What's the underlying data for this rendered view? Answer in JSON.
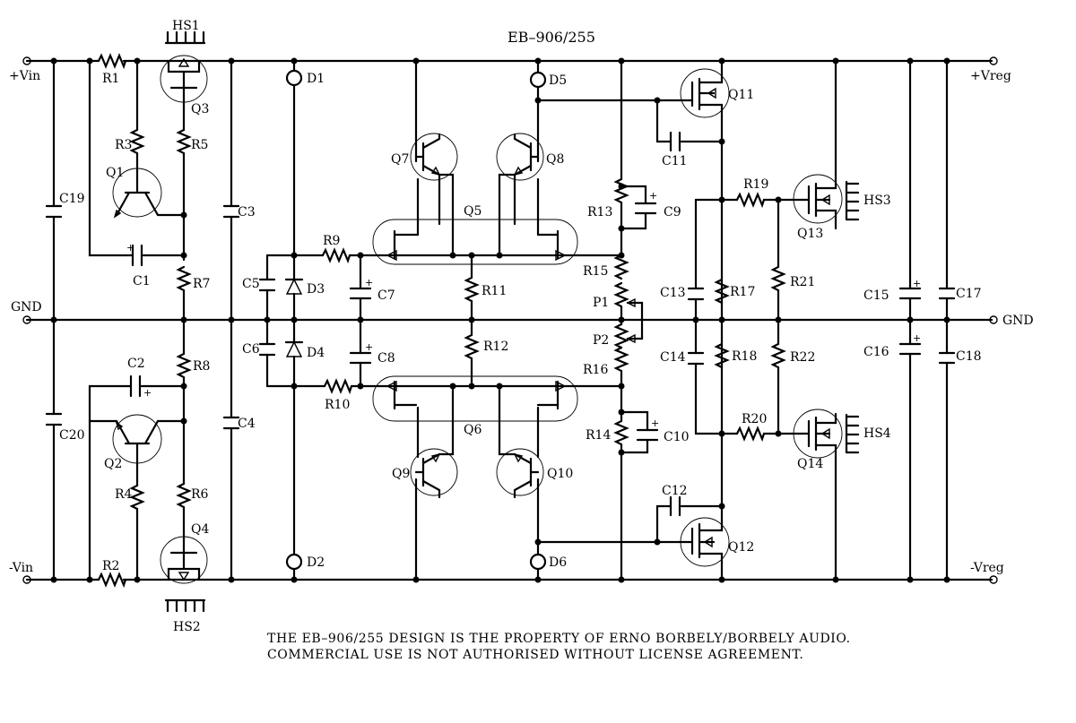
{
  "title": "EB–906/255",
  "rails": {
    "vin_pos": "+Vin",
    "vin_neg": "-Vin",
    "gnd_left": "GND",
    "gnd_right": "GND",
    "vreg_pos": "+Vreg",
    "vreg_neg": "-Vreg"
  },
  "heatsinks": {
    "hs1": "HS1",
    "hs2": "HS2",
    "hs3": "HS3",
    "hs4": "HS4"
  },
  "transistors": {
    "q1": "Q1",
    "q2": "Q2",
    "q3": "Q3",
    "q4": "Q4",
    "q5": "Q5",
    "q6": "Q6",
    "q7": "Q7",
    "q8": "Q8",
    "q9": "Q9",
    "q10": "Q10",
    "q11": "Q11",
    "q12": "Q12",
    "q13": "Q13",
    "q14": "Q14"
  },
  "resistors": {
    "r1": "R1",
    "r2": "R2",
    "r3": "R3",
    "r4": "R4",
    "r5": "R5",
    "r6": "R6",
    "r7": "R7",
    "r8": "R8",
    "r9": "R9",
    "r10": "R10",
    "r11": "R11",
    "r12": "R12",
    "r13": "R13",
    "r14": "R14",
    "r15": "R15",
    "r16": "R16",
    "r17": "R17",
    "r18": "R18",
    "r19": "R19",
    "r20": "R20",
    "r21": "R21",
    "r22": "R22"
  },
  "potentiometers": {
    "p1": "P1",
    "p2": "P2"
  },
  "capacitors": {
    "c1": "C1",
    "c2": "C2",
    "c3": "C3",
    "c4": "C4",
    "c5": "C5",
    "c6": "C6",
    "c7": "C7",
    "c8": "C8",
    "c9": "C9",
    "c10": "C10",
    "c11": "C11",
    "c12": "C12",
    "c13": "C13",
    "c14": "C14",
    "c15": "C15",
    "c16": "C16",
    "c17": "C17",
    "c18": "C18",
    "c19": "C19",
    "c20": "C20"
  },
  "diodes": {
    "d1": "D1",
    "d2": "D2",
    "d3": "D3",
    "d4": "D4",
    "d5": "D5",
    "d6": "D6"
  },
  "polarity_mark": "+",
  "notice": {
    "line1": "THE EB–906/255 DESIGN IS THE PROPERTY OF ERNO BORBELY/BORBELY AUDIO.",
    "line2": "COMMERCIAL USE IS NOT AUTHORISED WITHOUT LICENSE AGREEMENT."
  }
}
